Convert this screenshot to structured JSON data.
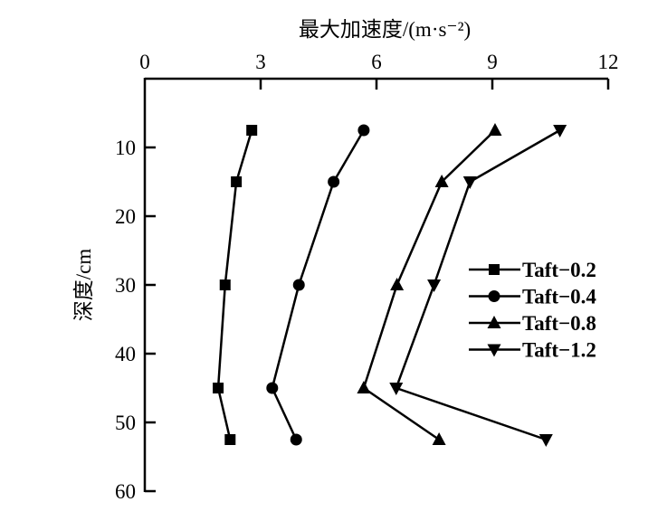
{
  "chart_data": {
    "type": "line",
    "title": "",
    "xlabel": "最大加速度/(m·s⁻²)",
    "ylabel": "深度/cm",
    "xlim": [
      0,
      12
    ],
    "ylim": [
      0,
      60
    ],
    "x_axis_position": "top",
    "y_inverted": true,
    "xticks": [
      "0",
      "3",
      "6",
      "9",
      "12"
    ],
    "yticks": [
      "10",
      "20",
      "30",
      "40",
      "50",
      "60"
    ],
    "grid": false,
    "legend_position": "right-middle",
    "depths": [
      7.5,
      15,
      30,
      45,
      52.5
    ],
    "series": [
      {
        "name": "Taft−0.2",
        "marker": "square",
        "values": [
          2.77,
          2.37,
          2.08,
          1.9,
          2.21
        ]
      },
      {
        "name": "Taft−0.4",
        "marker": "circle",
        "values": [
          5.67,
          4.89,
          3.99,
          3.3,
          3.92
        ]
      },
      {
        "name": "Taft−0.8",
        "marker": "triangle-up",
        "values": [
          9.07,
          7.69,
          6.53,
          5.67,
          7.62
        ]
      },
      {
        "name": "Taft−1.2",
        "marker": "triangle-down",
        "values": [
          10.75,
          8.42,
          7.49,
          6.51,
          10.39
        ]
      }
    ],
    "color": "#000000"
  }
}
